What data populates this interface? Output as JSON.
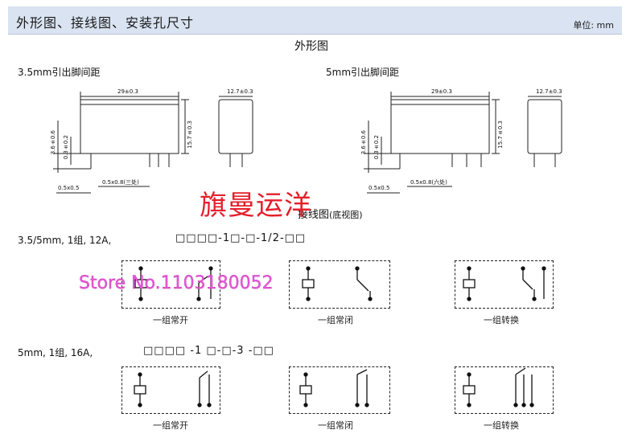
{
  "header": {
    "title": "外形图、接线图、安装孔尺寸",
    "unit": "单位: mm"
  },
  "outline": {
    "title": "外形图",
    "left_label": "3.5mm引出脚间距",
    "right_label": "5mm引出脚间距",
    "dims": {
      "length": "29",
      "length_tol": "±0.3",
      "width": "12.7",
      "width_tol": "±0.3",
      "height": "15.7",
      "height_tol": "±0.3",
      "pin_len": "3.6",
      "pin_len_tol": "±0.6",
      "pin_gap": "0.3",
      "pin_gap_tol": "±0.2",
      "pin_sq": "0.5x0.5",
      "pin_rect_left": "0.5x0.8(三处)",
      "pin_rect_right": "0.5x0.8(六处)"
    }
  },
  "wiring": {
    "title": "接线图",
    "subtitle": "(底视图)",
    "row1": {
      "spec": "3.5/5mm, 1组, 12A,",
      "code": "□□□□-1□-□-1/2-□□",
      "captions": [
        "一组常开",
        "一组常闭",
        "一组转换"
      ]
    },
    "row2": {
      "spec": "5mm, 1组, 16A,",
      "code": "□□□□ -1 □-□-3 -□□",
      "captions": [
        "一组常开",
        "一组常闭",
        "一组转换"
      ]
    }
  },
  "watermarks": {
    "shop": "旗曼运洋",
    "store": "Store No.1103180052"
  }
}
